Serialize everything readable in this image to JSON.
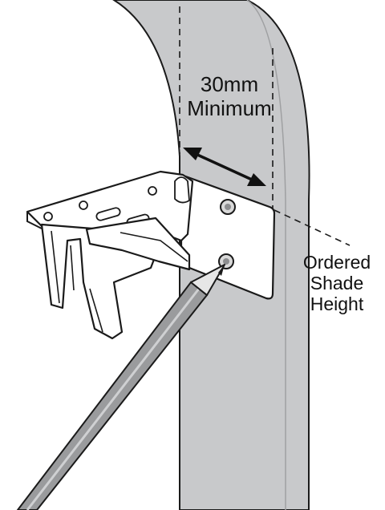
{
  "dimension_label": {
    "line1": "30mm",
    "line2": "Minimum"
  },
  "height_label": {
    "line1": "Ordered",
    "line2": "Shade",
    "line3": "Height"
  },
  "colors": {
    "wall": "#c8c9cb",
    "wall_shade": "#b3b4b6",
    "outline": "#1a1a1a",
    "bracket": "#ffffff",
    "pencil_body": "#9a9b9d",
    "pencil_tip": "#e6e6e6"
  }
}
